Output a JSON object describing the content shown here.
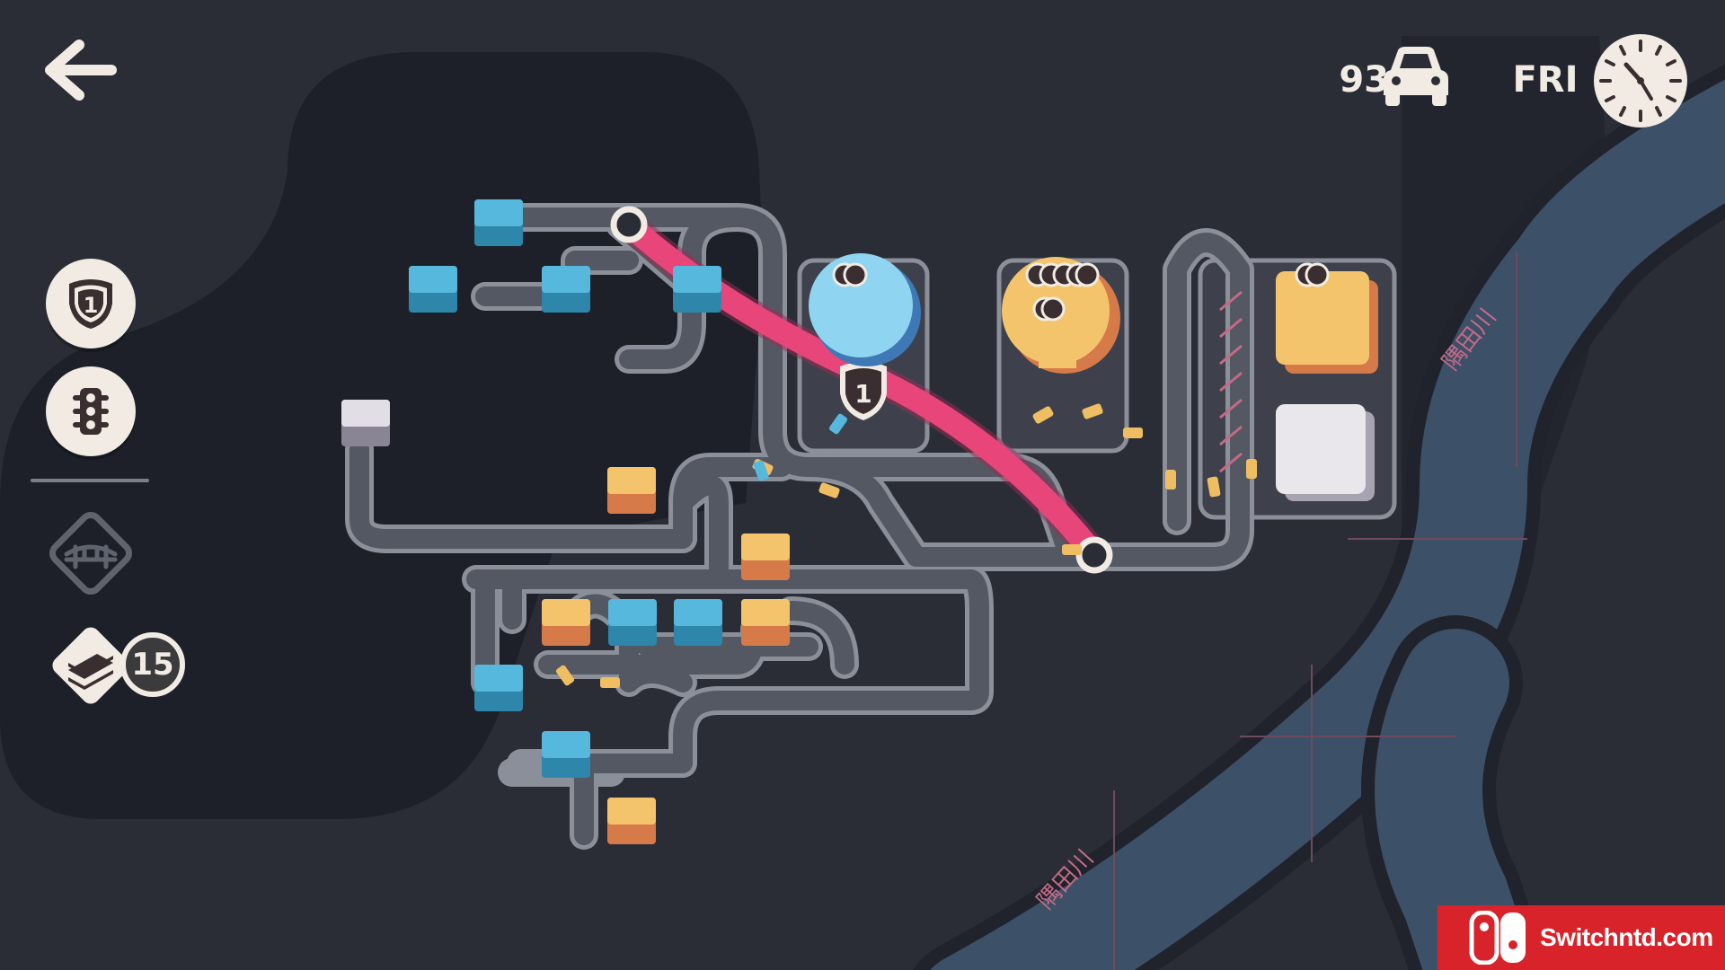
{
  "hud": {
    "car_count": "93",
    "day": "FRI",
    "motorway_available": "1",
    "motorway_marker": "1",
    "motorway_stock": "15"
  },
  "map": {
    "river_label_upper": "隅田川",
    "river_label_lower": "隅田川"
  },
  "watermark": {
    "text": "Switchntd.com"
  },
  "icons": {
    "back": "arrow-left-icon",
    "motorway": "motorway-shield-icon",
    "traffic_light": "traffic-light-icon",
    "bridge": "bridge-icon",
    "car": "car-icon",
    "clock": "clock-icon"
  },
  "colors": {
    "background": "#2a2d36",
    "park": "#1d2029",
    "road": "#545862",
    "road_outline": "#8a8f99",
    "river": "#3c5068",
    "motorway": "#e8457a",
    "blue_house": "#56b8dc",
    "orange_house": "#f0be62",
    "hud_cream": "#f1ebe3"
  }
}
